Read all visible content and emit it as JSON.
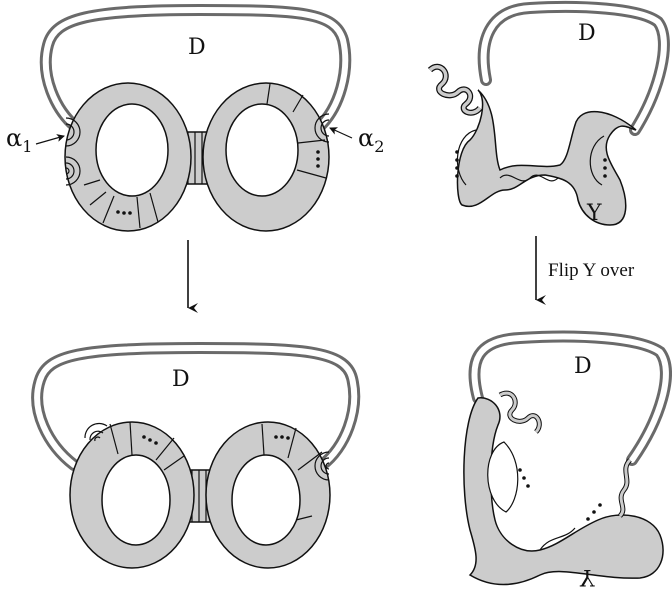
{
  "colors": {
    "surface_fill": "#cccccc",
    "band_stroke": "#6a6a6a",
    "ink": "#111111",
    "background": "#ffffff"
  },
  "panels": {
    "top_left": {
      "band_label": "D",
      "arc_label_1": "α",
      "arc_label_1_sub": "1",
      "arc_label_2": "α",
      "arc_label_2_sub": "2"
    },
    "top_right": {
      "band_label": "D",
      "region_label": "Y"
    },
    "bottom_left": {
      "band_label": "D"
    },
    "bottom_right": {
      "band_label": "D",
      "region_label": "Y"
    }
  },
  "transitions": {
    "left": {
      "label": ""
    },
    "right": {
      "label": "Flip Y over"
    }
  },
  "icons": {
    "arrow": "down-arrow-icon"
  }
}
